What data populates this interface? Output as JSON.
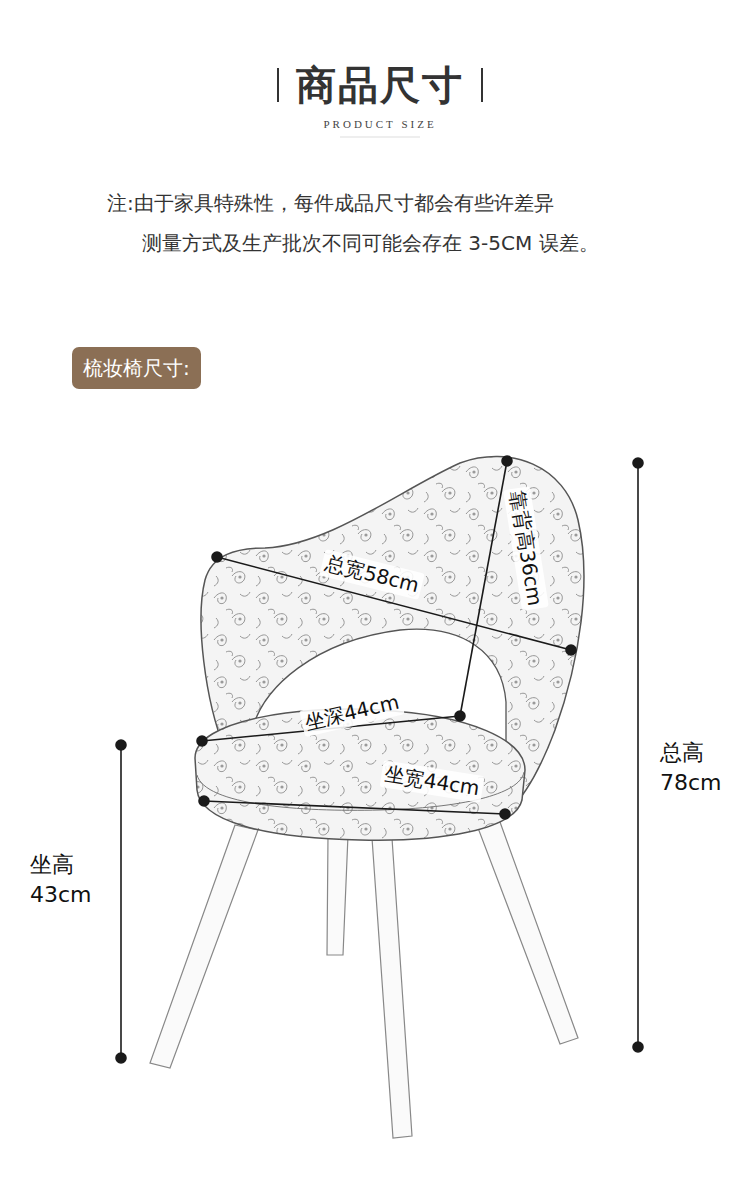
{
  "diagram": {
    "title": "商品尺寸",
    "nodes": [
      {
        "text": [
          "梳妆椅尺寸:"
        ]
      }
    ],
    "labels": [
      "PRODUCT SIZE",
      "注:由于家具特殊性，每件成品尺寸都会有些许差异",
      "测量方式及生产批次不同可能会存在 3-5CM 误差。",
      "靠背高36cm",
      "总宽58cm",
      "坐深44cm",
      "坐宽44cm",
      "总高 78cm",
      "坐高 43cm"
    ]
  }
}
